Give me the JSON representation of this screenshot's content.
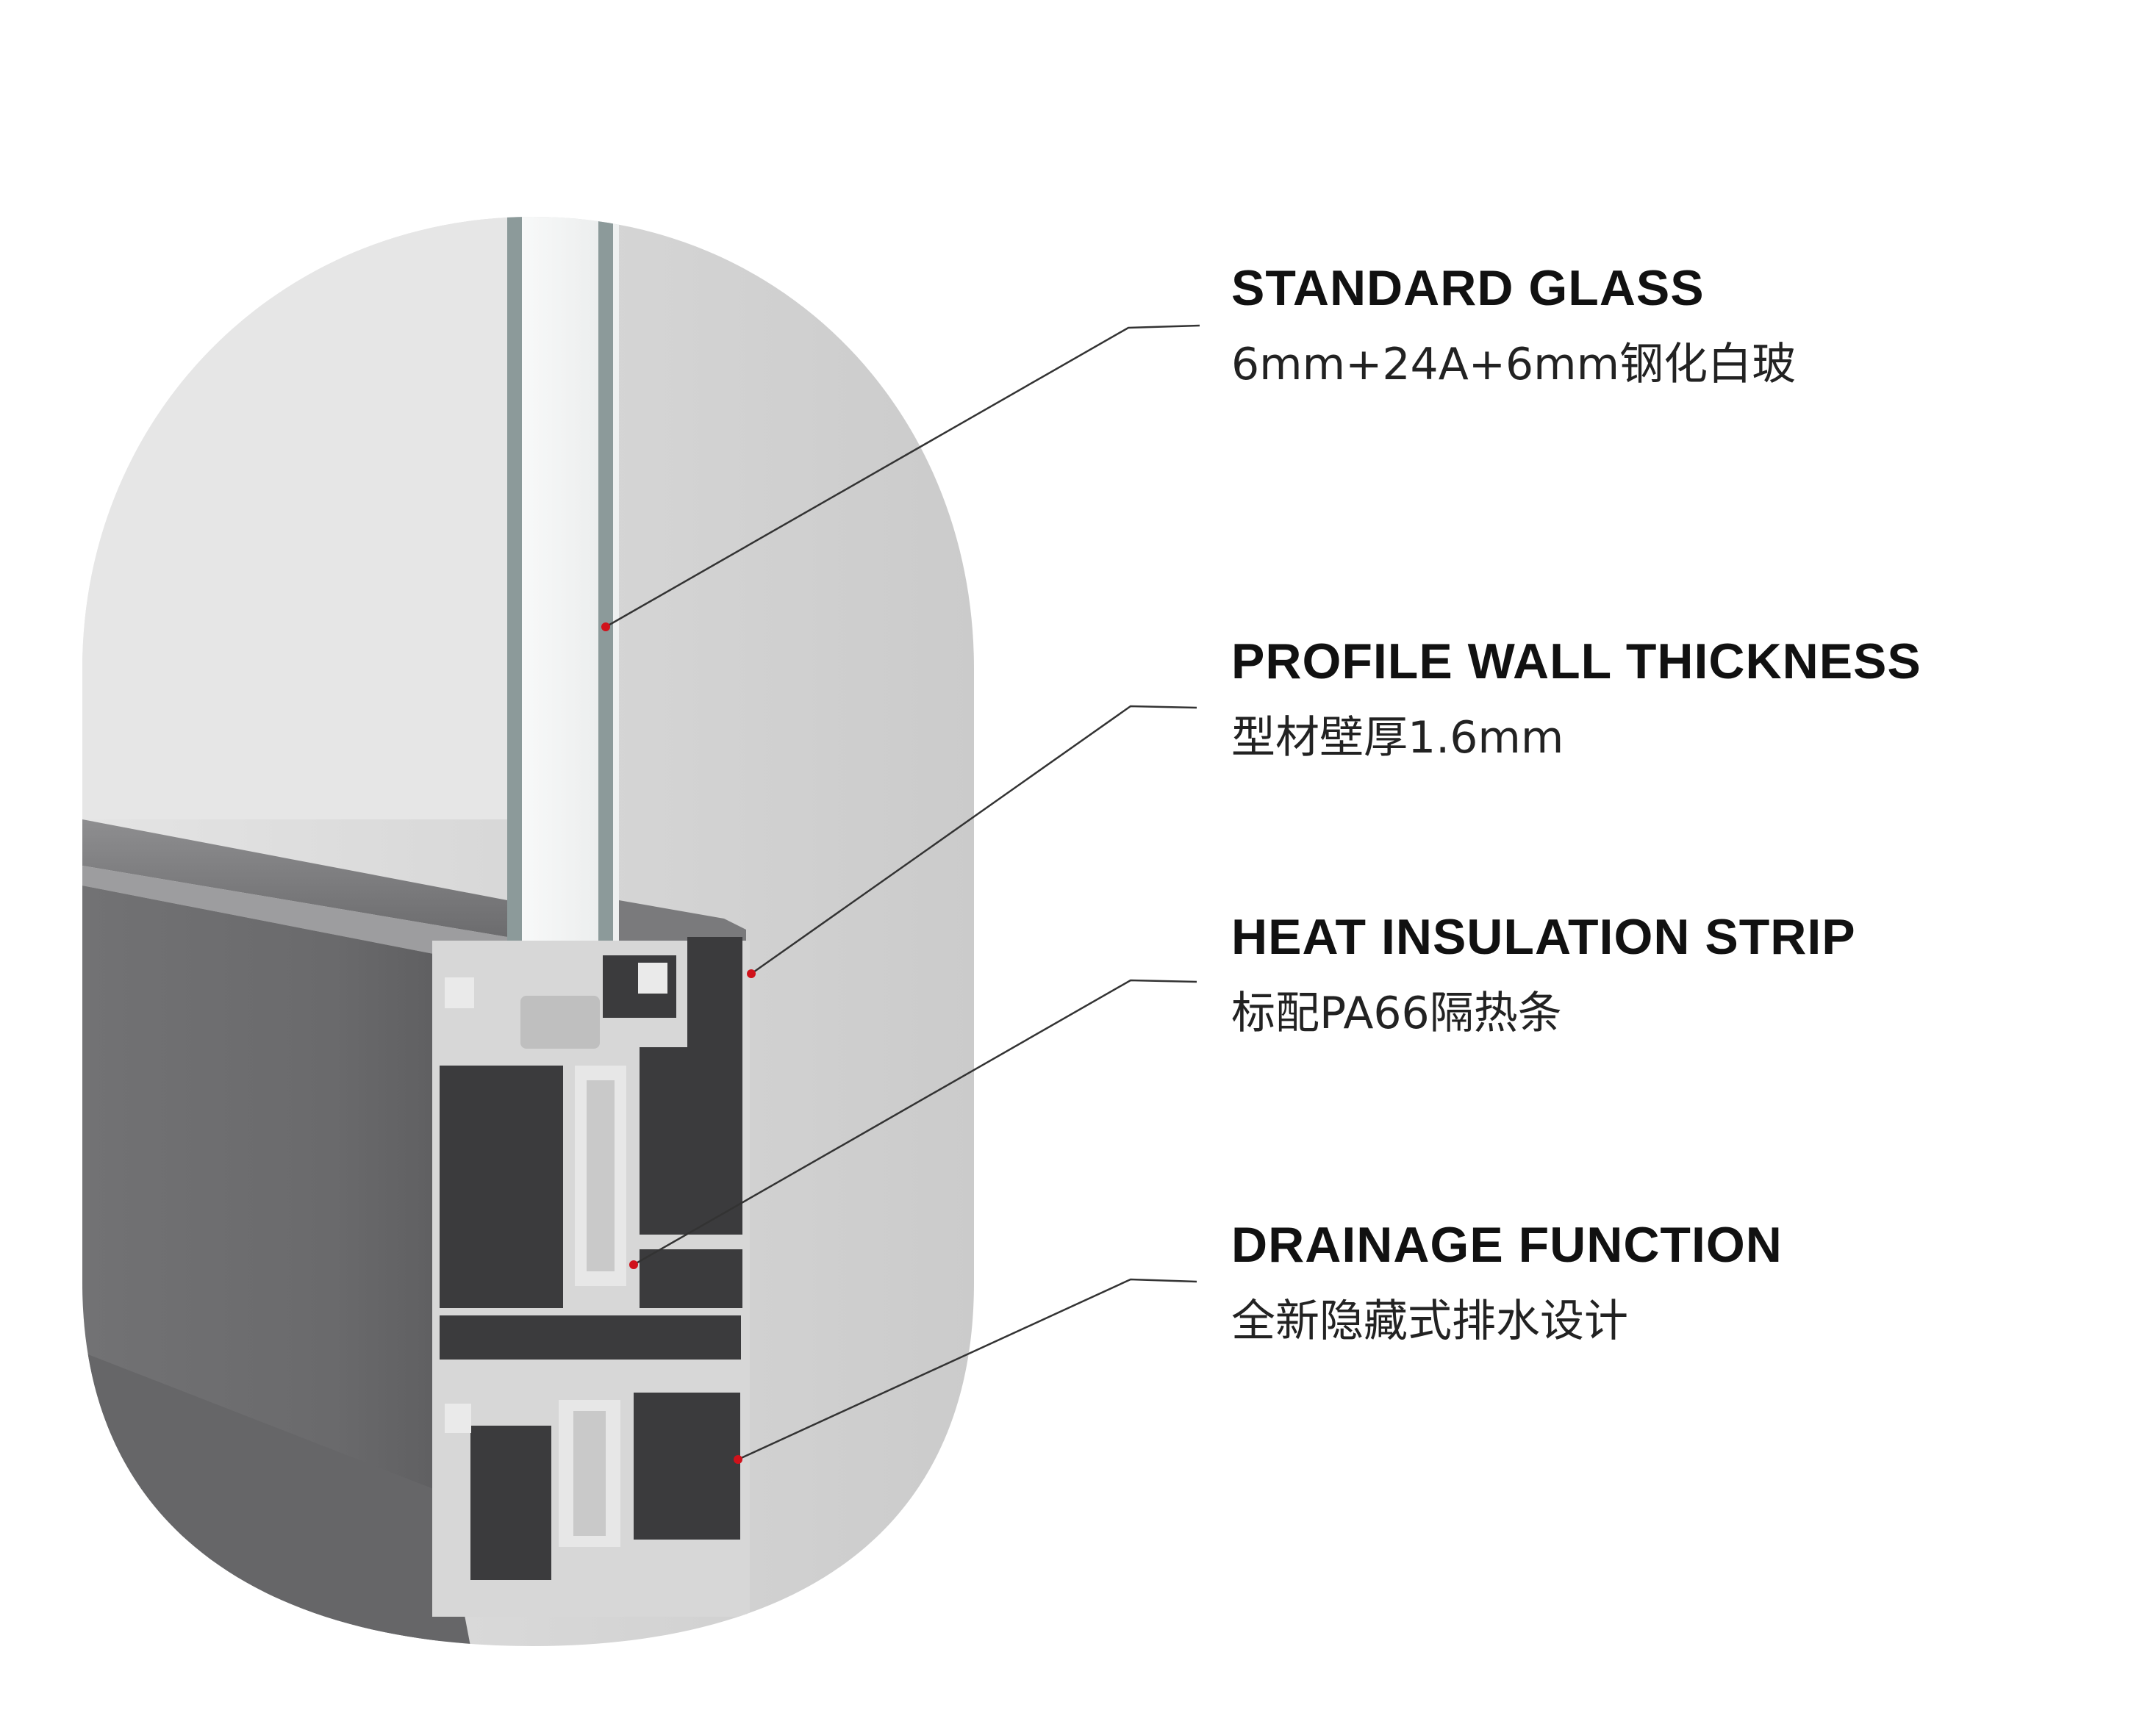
{
  "callouts": [
    {
      "id": "standard-glass",
      "title": "STANDARD GLASS",
      "subtitle": "6mm+24A+6mm钢化白玻"
    },
    {
      "id": "profile-wall-thickness",
      "title": "PROFILE WALL THICKNESS",
      "subtitle": "型材壁厚1.6mm"
    },
    {
      "id": "heat-insulation-strip",
      "title": "HEAT INSULATION STRIP",
      "subtitle": "标配PA66隔热条"
    },
    {
      "id": "drainage-function",
      "title": "DRAINAGE FUNCTION",
      "subtitle": "全新隐藏式排水设计"
    }
  ],
  "colors": {
    "background": "#ffffff",
    "capsule": "#cfcfcf",
    "glass": "#f2f4f4",
    "glass_edge": "#8c9a9a",
    "profile_face": "#6b6b6d",
    "profile_dark": "#3a3a3c",
    "profile_light": "#d9d9d9",
    "leader_line": "#333333",
    "marker": "#d0121b"
  }
}
